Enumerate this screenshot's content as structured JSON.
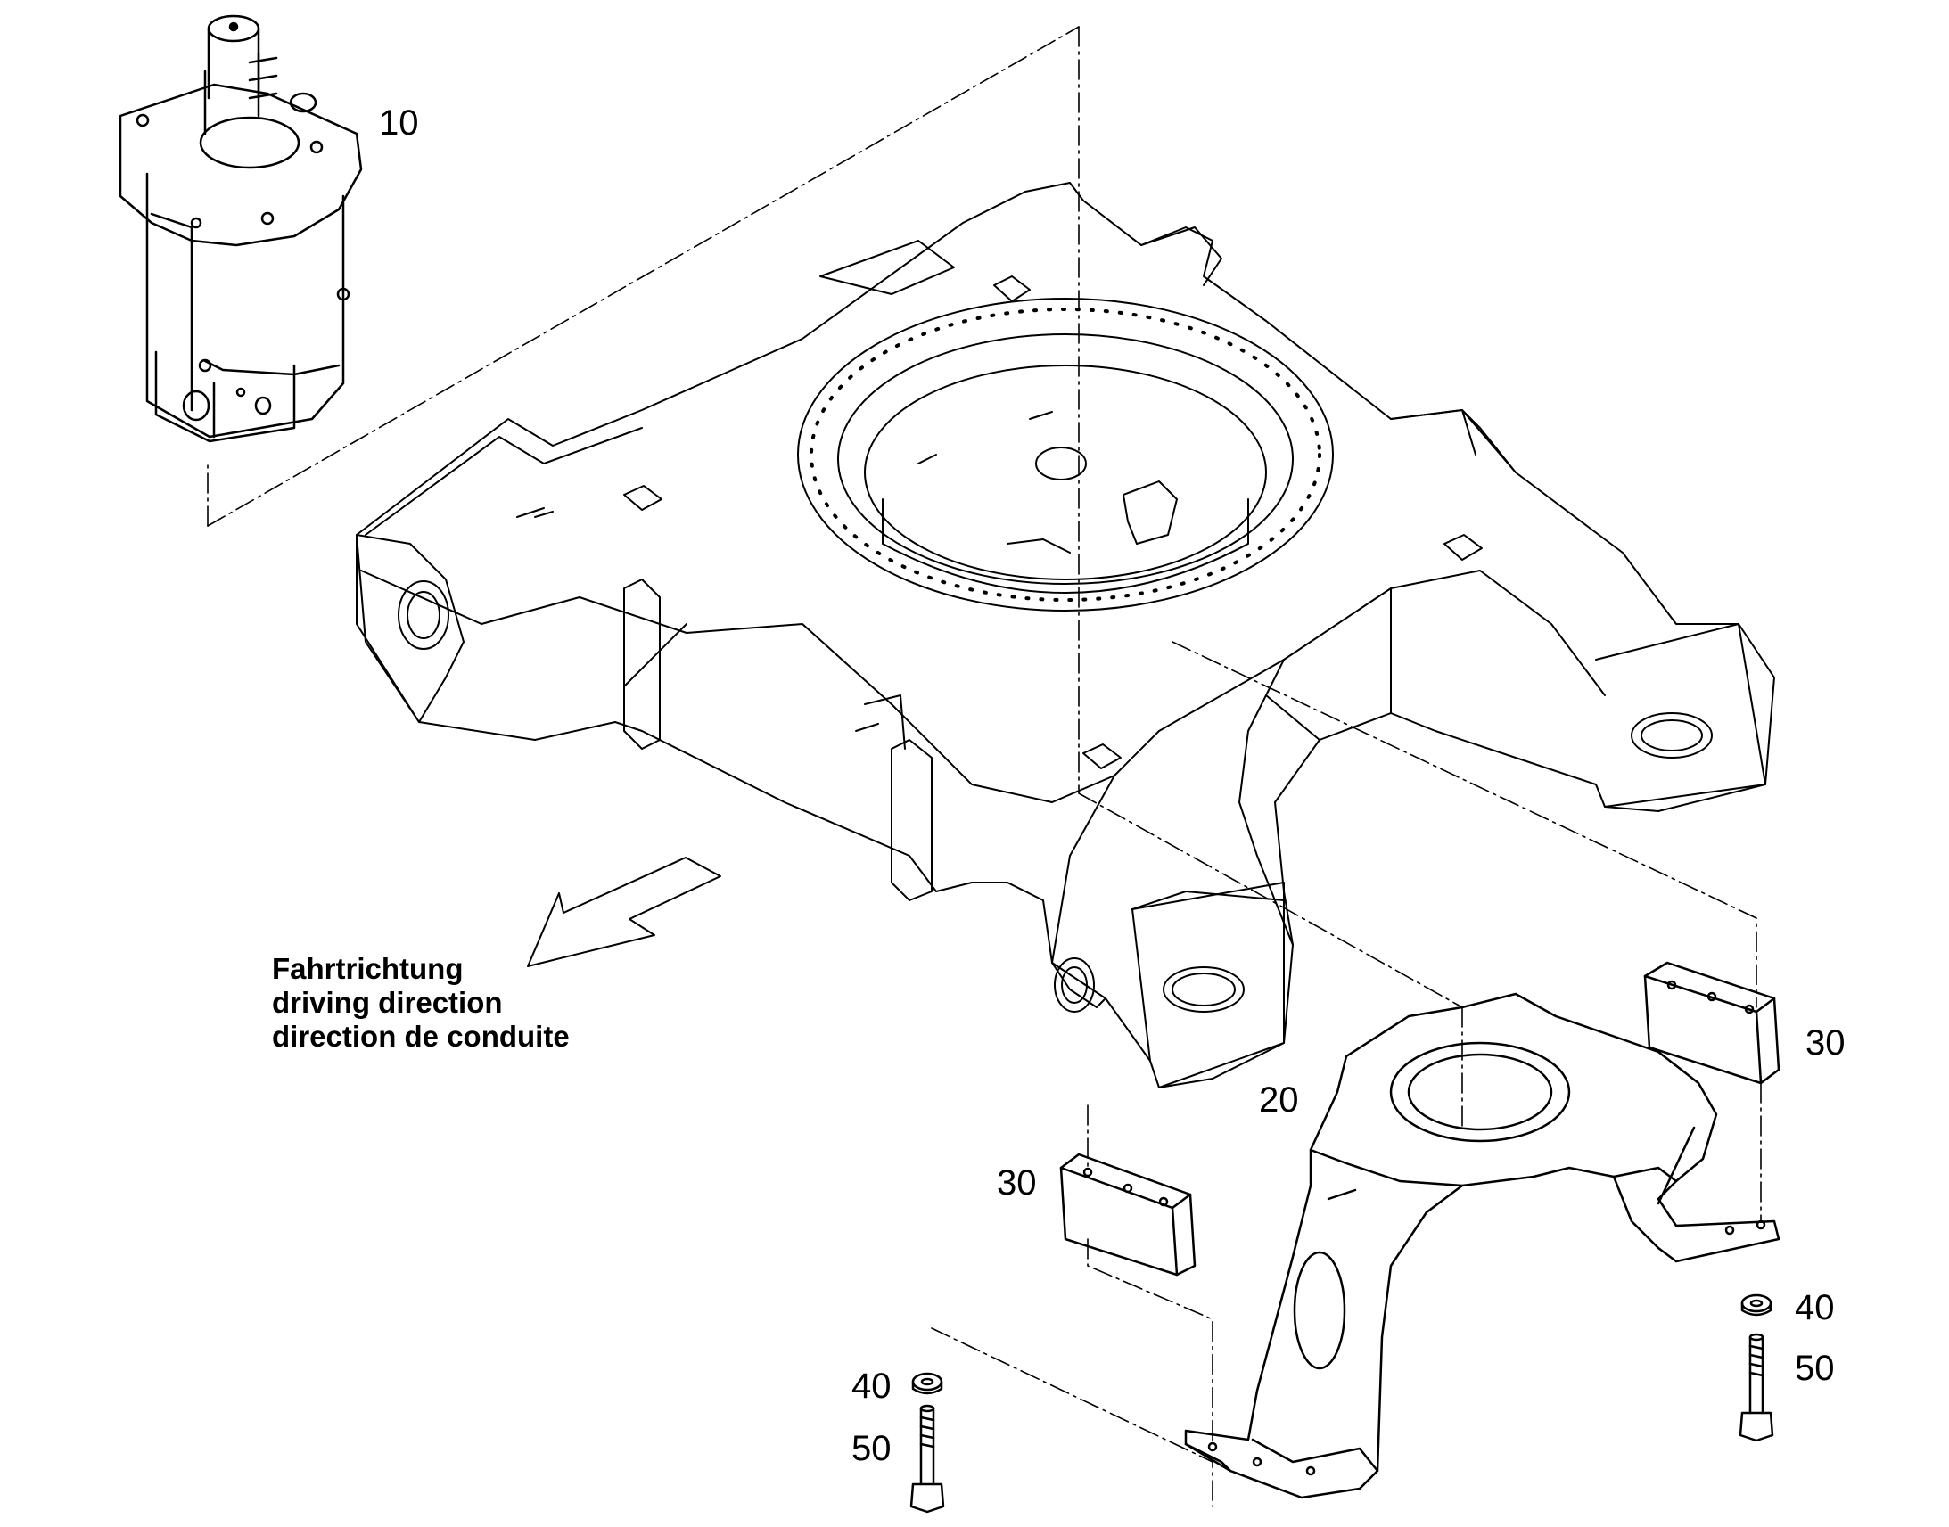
{
  "diagram": {
    "callouts": {
      "part_10": "10",
      "part_20": "20",
      "part_30_right": "30",
      "part_30_left": "30",
      "part_40_left": "40",
      "part_50_left": "50",
      "part_40_right": "40",
      "part_50_right": "50"
    },
    "driving_direction": {
      "line_de": "Fahrtrichtung",
      "line_en": "driving direction",
      "line_fr": "direction de conduite"
    }
  }
}
